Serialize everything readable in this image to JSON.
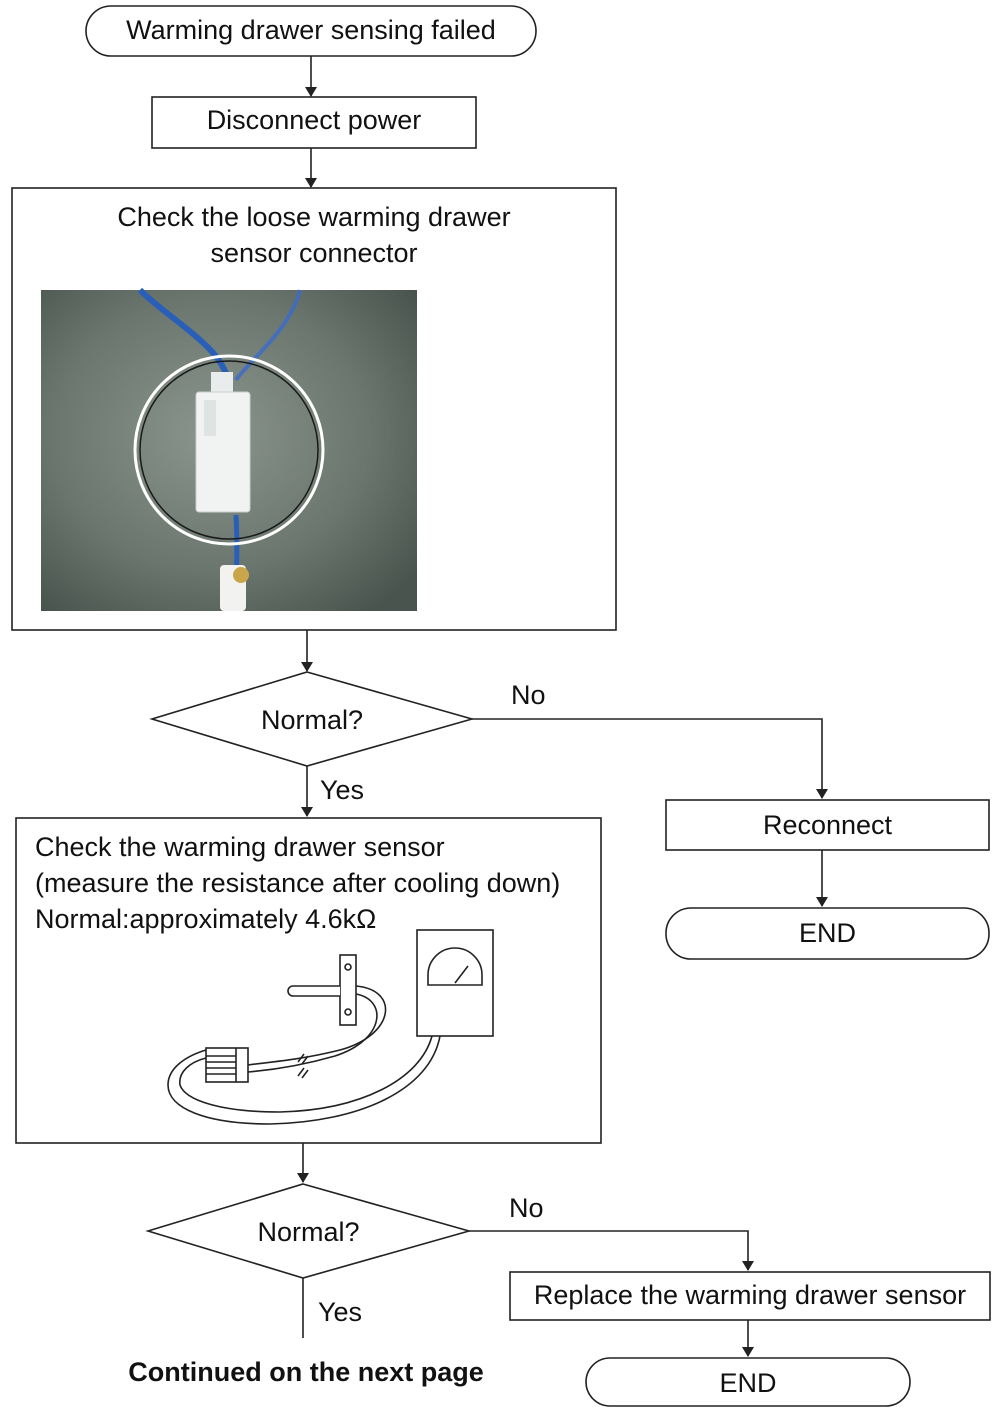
{
  "flow": {
    "start": "Warming drawer sensing failed",
    "step1": "Disconnect power",
    "step2_line1": "Check the loose warming drawer",
    "step2_line2": "sensor connector",
    "decision1": "Normal?",
    "d1_no": "No",
    "d1_yes": "Yes",
    "fix1": "Reconnect",
    "end1": "END",
    "step3_line1": "Check the warming drawer sensor",
    "step3_line2": "(measure the resistance after cooling down)",
    "step3_line3": "Normal:approximately 4.6kΩ",
    "decision2": "Normal?",
    "d2_no": "No",
    "d2_yes": "Yes",
    "fix2": "Replace the warming drawer sensor",
    "end2": "END",
    "continued": "Continued on the next page"
  },
  "colors": {
    "line": "#222222",
    "photo_bg": "#5f6b63",
    "wire": "#2a5fb8"
  }
}
